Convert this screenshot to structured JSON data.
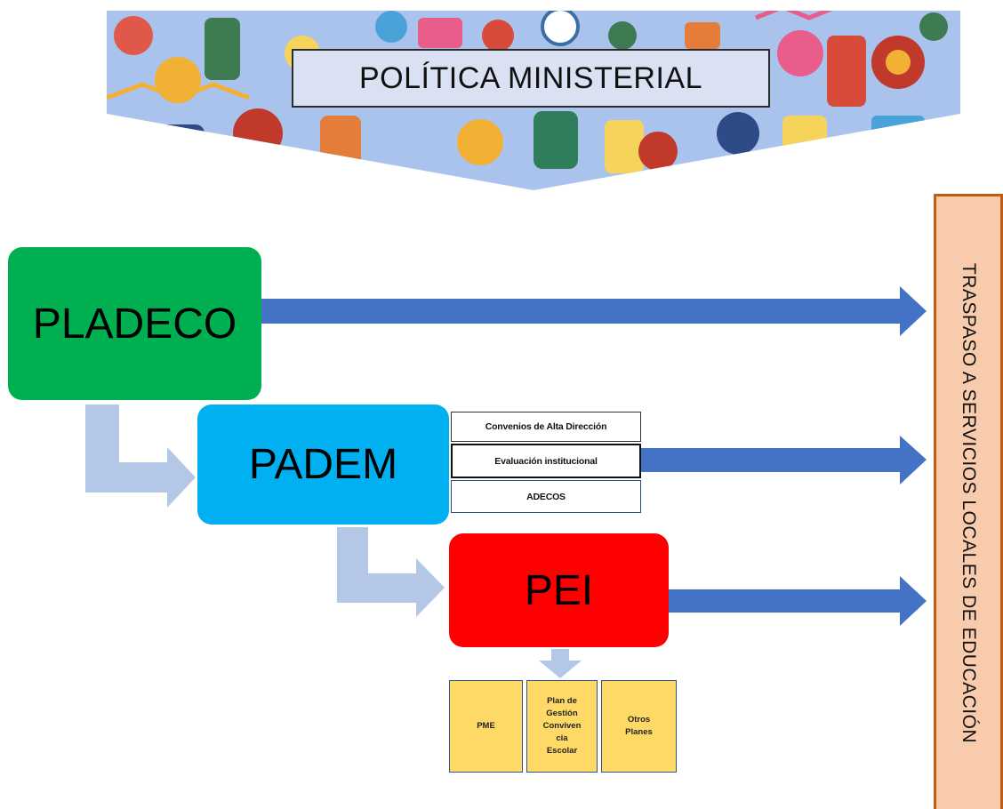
{
  "banner": {
    "title": "POLÍTICA MINISTERIAL"
  },
  "side_panel": {
    "label": "TRASPASO A SERVICIOS LOCALES DE EDUCACIÓN"
  },
  "levels": {
    "pladeco": "PLADECO",
    "padem": "PADEM",
    "pei": "PEI"
  },
  "padem_items": [
    "Convenios de Alta Dirección",
    "Evaluación institucional",
    "ADECOS"
  ],
  "pei_plans": [
    "PME",
    "Plan de\nGestión\nConviven\ncia\nEscolar",
    "Otros\nPlanes"
  ],
  "colors": {
    "pladeco": "#00b050",
    "padem": "#00b0f0",
    "pei": "#ff0000",
    "arrow": "#4472c4",
    "elbow_arrow": "#b4c7e7",
    "side_panel": "#f8cbad",
    "plan_box": "#ffd966"
  }
}
